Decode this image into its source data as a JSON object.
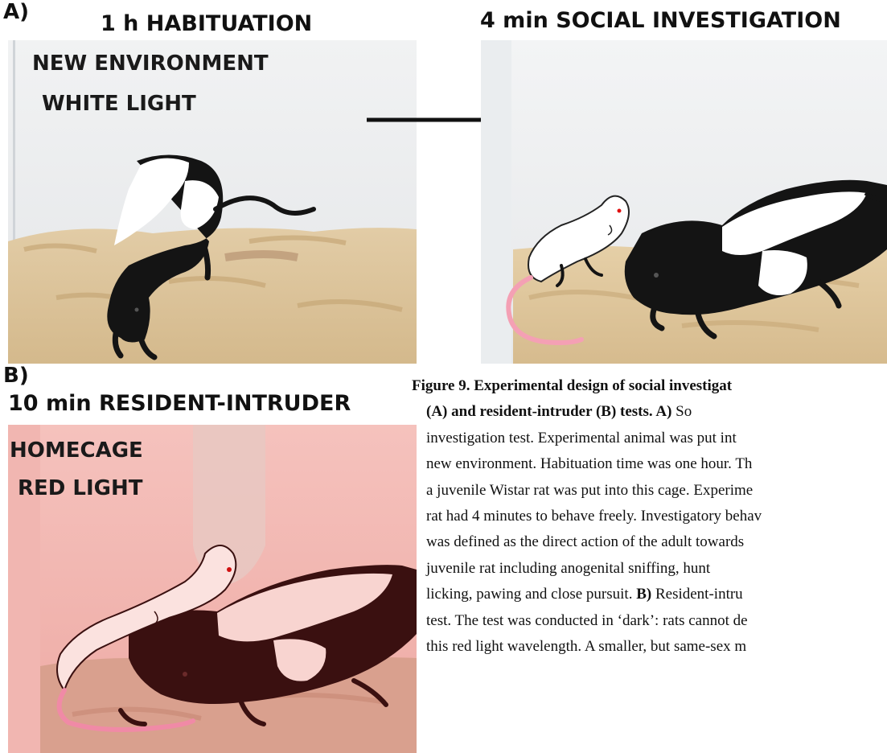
{
  "panel_a": {
    "letter": "A)",
    "left_heading": "1 h HABITUATION",
    "right_heading": "4 min SOCIAL INVESTIGATION",
    "cage_label_line1": "NEW ENVIRONMENT",
    "cage_label_line2": "WHITE LIGHT"
  },
  "panel_b": {
    "letter": "B)",
    "heading": "10 min RESIDENT-INTRUDER",
    "cage_label_line1": "HOMECAGE",
    "cage_label_line2": "RED LIGHT"
  },
  "caption": {
    "title": "Figure 9. Experimental design of social investigat",
    "line2_bold": "(A) and resident-intruder (B) tests. A)",
    "line2_rest": " So",
    "line3": "investigation test. Experimental animal was put int",
    "line4": "new environment. Habituation time was one hour. Th",
    "line5": "a juvenile Wistar rat was put into this cage. Experime",
    "line6": "rat had 4 minutes to behave freely. Investigatory behav",
    "line7": "was defined as the direct action of the adult towards",
    "line8": "juvenile rat including anogenital sniffing, hunt",
    "line9_pre": "licking, pawing and close pursuit. ",
    "line9_bold": "B)",
    "line9_post": " Resident-intru",
    "line10": "test. The test was conducted in ‘dark’: rats cannot de",
    "line11": "this red light wavelength. A smaller, but same-sex m"
  },
  "colors": {
    "white_cage_bg": "#eceef0",
    "red_cage_bg": "#f2b8b4",
    "bedding": "#d9bf96",
    "rat_black": "#141414",
    "rat_white": "#ffffff",
    "tail_pink": "#f4a0b4",
    "eye_red": "#e01010"
  }
}
